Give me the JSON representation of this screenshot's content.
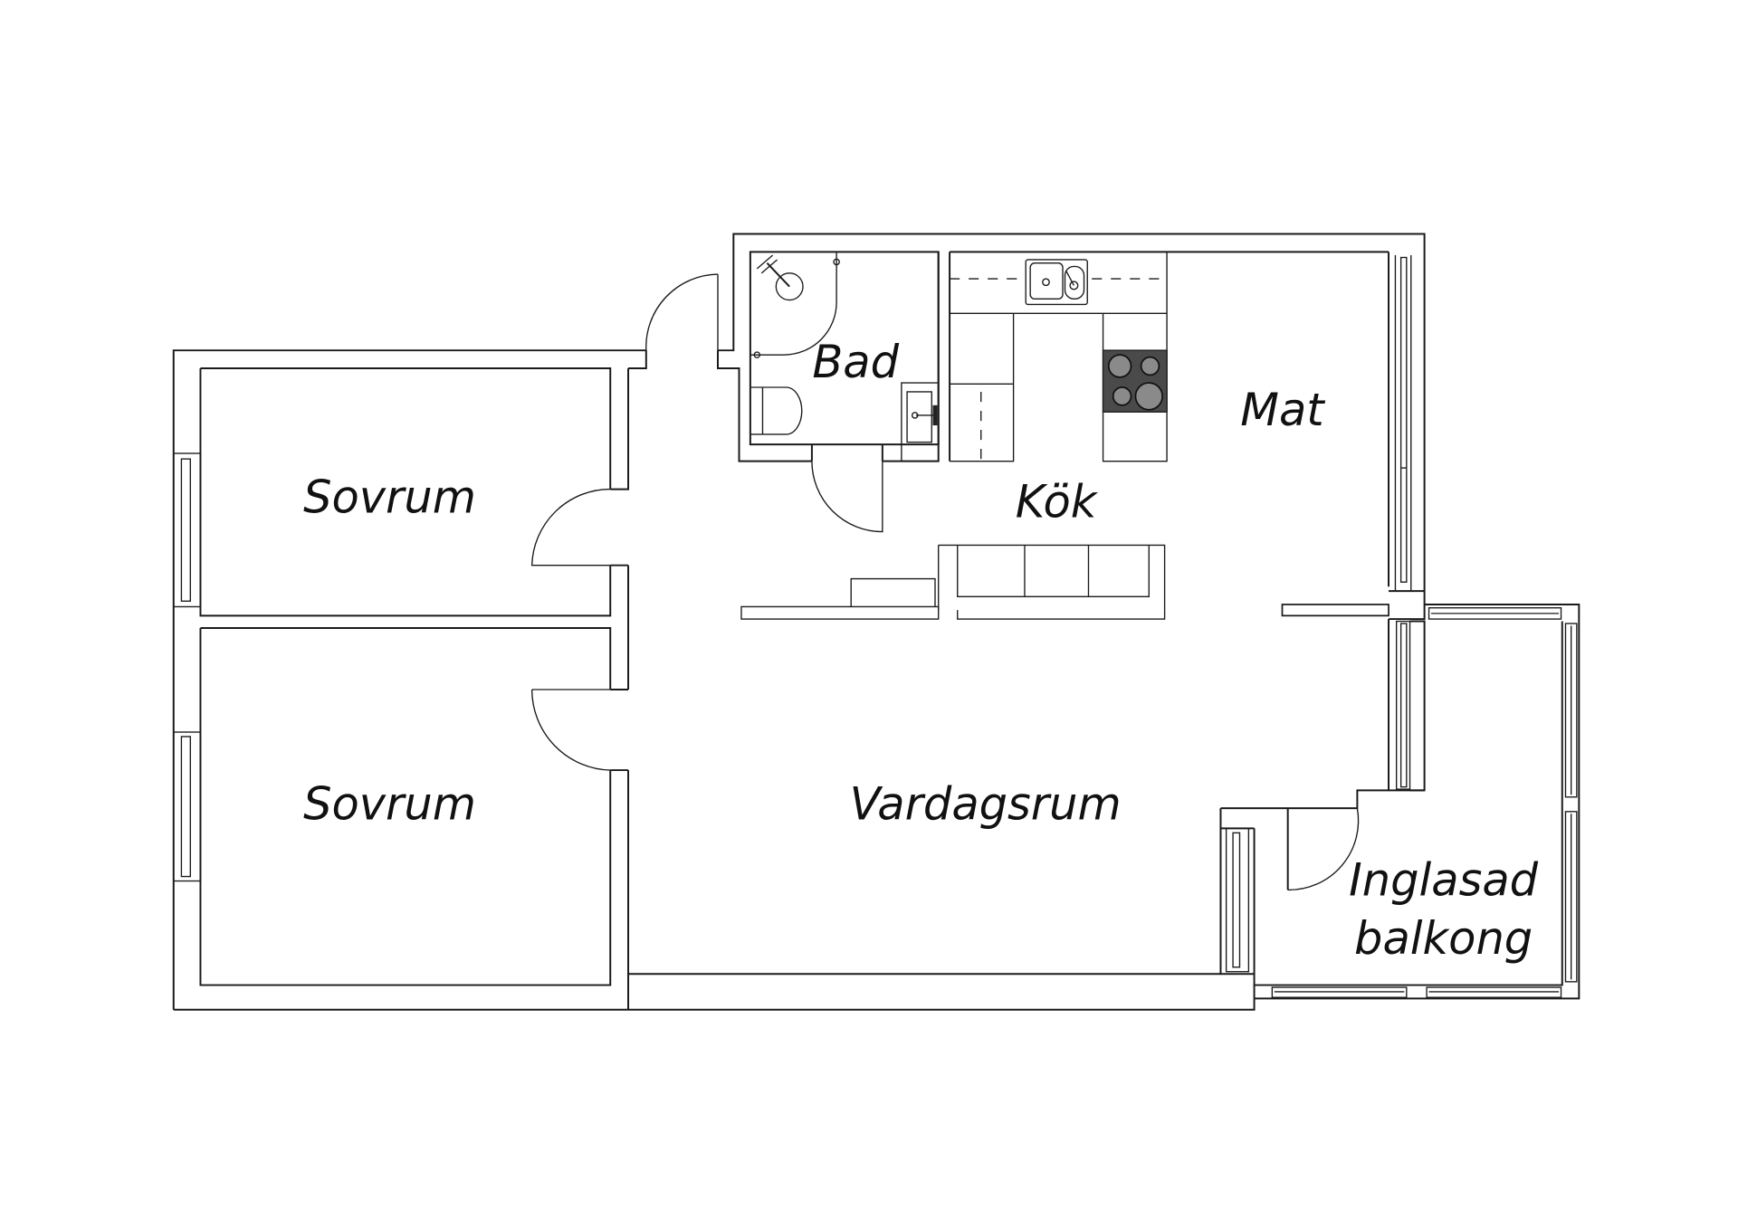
{
  "floorplan": {
    "rooms": [
      {
        "id": "bad",
        "label": "Bad"
      },
      {
        "id": "kok",
        "label": "Kök"
      },
      {
        "id": "mat",
        "label": "Mat"
      },
      {
        "id": "sovrum_1",
        "label": "Sovrum"
      },
      {
        "id": "sovrum_2",
        "label": "Sovrum"
      },
      {
        "id": "vardagsrum",
        "label": "Vardagsrum"
      },
      {
        "id": "balkong_line1",
        "label": "Inglasad"
      },
      {
        "id": "balkong_line2",
        "label": "balkong"
      }
    ],
    "fixtures": [
      "shower",
      "toilet",
      "bathroom-sink",
      "kitchen-sink",
      "stove-hob",
      "kitchen-cabinets",
      "sofa",
      "windows",
      "doors"
    ],
    "colors": {
      "line": "#1a1a1a",
      "background": "#ffffff",
      "hob": "#4a4a4a"
    }
  }
}
